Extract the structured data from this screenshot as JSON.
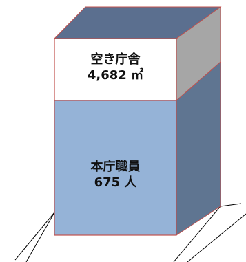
{
  "building": {
    "upper_block": {
      "line1": "空き庁舎",
      "line2": "4,682 ㎡"
    },
    "lower_block": {
      "line1": "本庁職員",
      "line2": "675 人"
    }
  },
  "colors": {
    "upper_front": "#ffffff",
    "lower_front": "#95b3d7",
    "top_face": "#5b6f8f",
    "side_upper": "#a6a6a6",
    "side_lower": "#5f7591",
    "outline": "#c0504d",
    "ground_lines": "#000000"
  }
}
